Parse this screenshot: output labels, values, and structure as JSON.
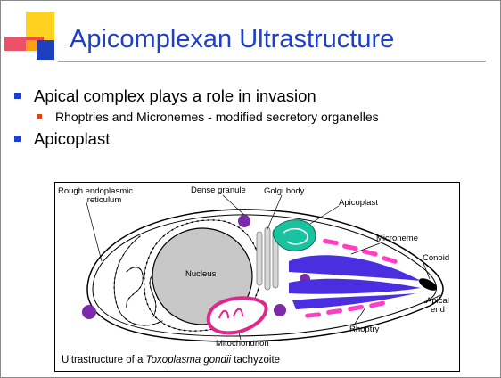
{
  "slide": {
    "title": "Apicomplexan Ultrastructure",
    "bullets": [
      {
        "text": "Apical complex plays a role in invasion",
        "sub": [
          "Rhoptries and Micronemes -  modified secretory organelles"
        ]
      },
      {
        "text": "Apicoplast"
      }
    ]
  },
  "figure": {
    "labels": {
      "rough_er": "Rough endoplasmic",
      "rough_er_2": "reticulum",
      "dense_granule": "Dense granule",
      "golgi": "Golgi body",
      "apicoplast": "Apicoplast",
      "microneme": "Microneme",
      "conoid": "Conoid",
      "apical": "Apical",
      "apical_2": "end",
      "nucleus": "Nucleus",
      "rhoptry": "Rhoptry",
      "mitochondrion": "Mitochondrion"
    },
    "caption": {
      "prefix": "Ultrastructure of a ",
      "species": "Toxoplasma gondii",
      "suffix": " tachyzoite"
    },
    "colors": {
      "nucleus": "#c8c8c8",
      "apicoplast": "#19c3a0",
      "microneme": "#ff3fc2",
      "rhoptry": "#4a2fe0",
      "dense_granule": "#7b2aa8",
      "mitochondrion": "#e0288c"
    }
  },
  "theme": {
    "title_color": "#1e40c8",
    "bullet_main": "#1e40c8",
    "bullet_sub": "#e0440f",
    "logo_yellow": "#ffd21f",
    "logo_red": "#e8344a",
    "logo_blue": "#1e3fbf"
  }
}
